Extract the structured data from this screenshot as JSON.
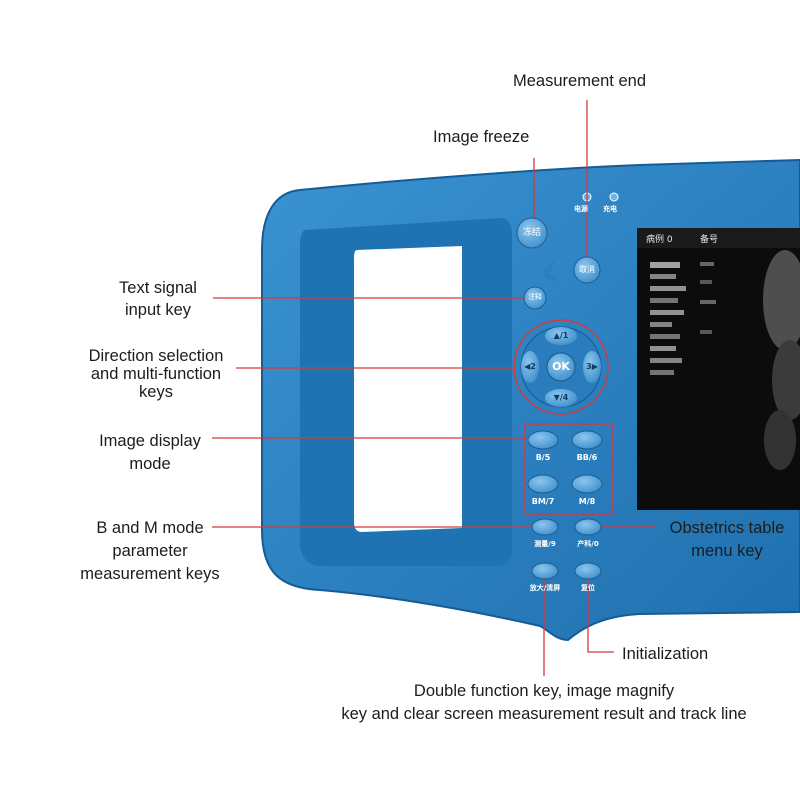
{
  "colors": {
    "body_blue": "#2f86c6",
    "body_dark": "#1d6aa6",
    "button_blue": "#5aa6dc",
    "callout_red": "#d6393c",
    "screen_black": "#0c0c0c"
  },
  "labels": {
    "measurement_end": "Measurement end",
    "image_freeze": "Image freeze",
    "text_signal": [
      "Text signal",
      "input key"
    ],
    "direction_keys": [
      "Direction selection",
      "and multi-function",
      "keys"
    ],
    "display_mode": [
      "Image display",
      "mode"
    ],
    "bm_parameter": [
      "B and M mode",
      "parameter",
      "measurement keys"
    ],
    "obstetrics": [
      "Obstetrics table",
      "menu key"
    ],
    "initialization": "Initialization",
    "double_function": [
      "Double function key, image magnify",
      "key and clear screen measurement result and track line"
    ]
  },
  "device": {
    "led_power": "电源",
    "led_charge": "充电",
    "freeze_key": "冻结",
    "cancel_key": "取消",
    "text_key": "注释",
    "up_key": "▲/1",
    "left_key": "◀2",
    "right_key": "3▶",
    "down_key": "▼/4",
    "ok_key": "OK",
    "mode_keys": [
      "B/5",
      "BB/6",
      "BM/7",
      "M/8"
    ],
    "measure_key": "测量/9",
    "obstetrics_key": "产科/0",
    "magnify_key": "放大/清屏",
    "reset_key": "复位",
    "screen_header": [
      "病例 0",
      "备号"
    ]
  }
}
